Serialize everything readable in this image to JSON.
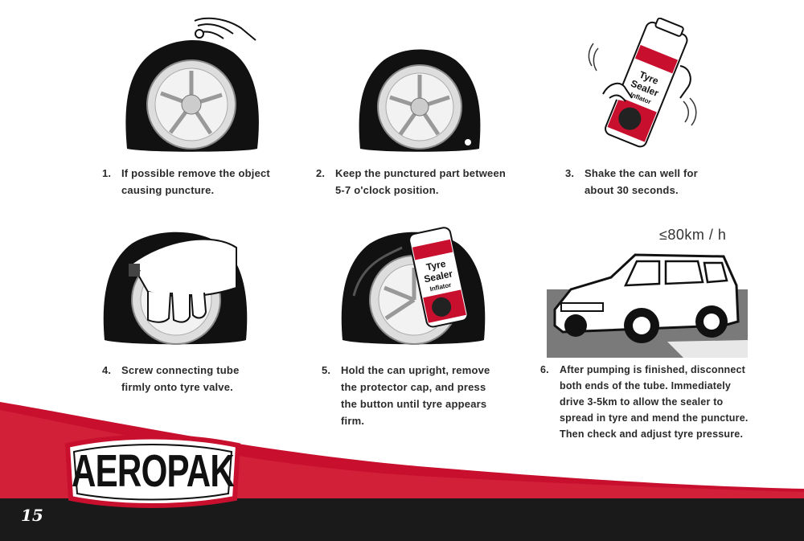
{
  "brand": {
    "name": "AEROPAK"
  },
  "page_number": "15",
  "speed_limit": "≤80km / h",
  "steps": [
    {
      "number": "1.",
      "lines": [
        "If possible remove the object",
        "causing puncture."
      ]
    },
    {
      "number": "2.",
      "lines": [
        "Keep the punctured part between",
        "5-7 o'clock position."
      ]
    },
    {
      "number": "3.",
      "lines": [
        "Shake the can well for",
        "about 30 seconds."
      ]
    },
    {
      "number": "4.",
      "lines": [
        "Screw connecting tube",
        "firmly onto tyre valve."
      ]
    },
    {
      "number": "5.",
      "lines": [
        "Hold the can upright, remove",
        "the protector cap, and press",
        "the button until tyre appears",
        "firm."
      ]
    },
    {
      "number": "6.",
      "lines": [
        "After pumping is finished, disconnect",
        "both ends of the tube. Immediately",
        "drive 3-5km to allow the sealer to",
        "spread in tyre and mend the puncture.",
        "Then check and adjust tyre pressure."
      ]
    }
  ],
  "can_label": {
    "line1": "Tyre",
    "line2": "Sealer",
    "line3": "Inflator"
  },
  "colors": {
    "brand_red": "#c8102e",
    "footer_black": "#1a1a1a",
    "text": "#2a2a2a"
  }
}
